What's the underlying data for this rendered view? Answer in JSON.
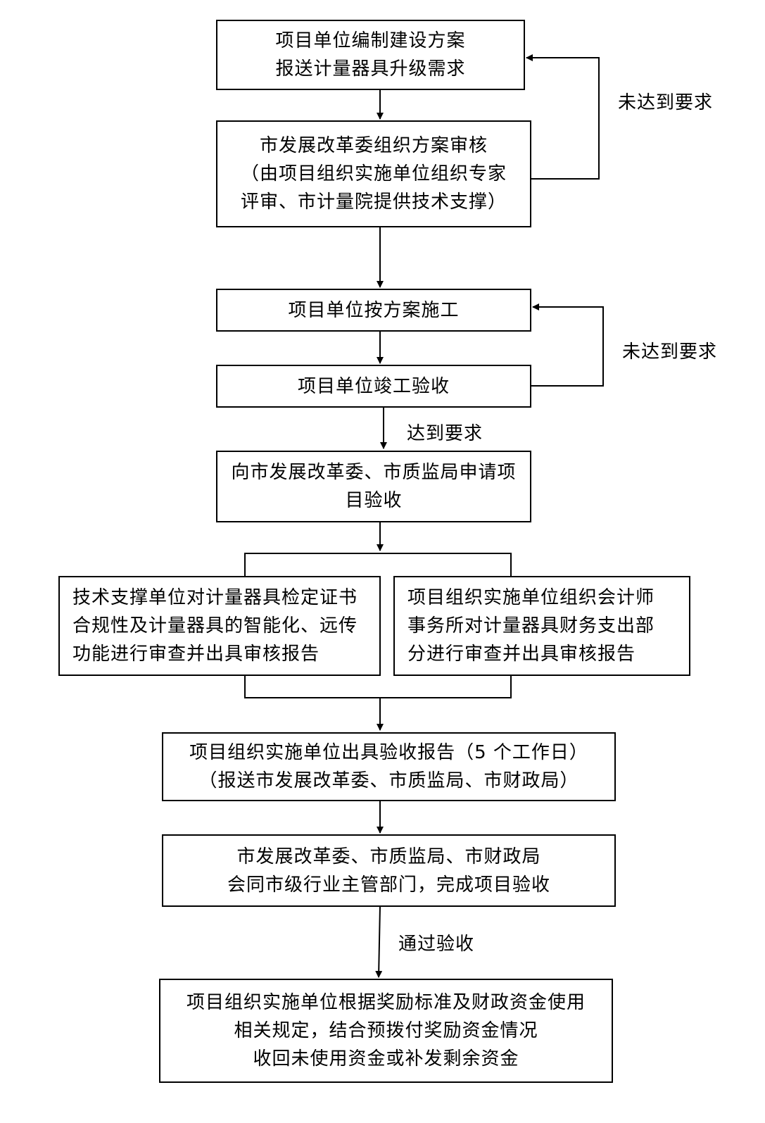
{
  "boxes": {
    "b1": [
      "项目单位编制建设方案",
      "报送计量器具升级需求"
    ],
    "b2": [
      "市发展改革委组织方案审核",
      "（由项目组织实施单位组织专家",
      "评审、市计量院提供技术支撑）"
    ],
    "b3": [
      "项目单位按方案施工"
    ],
    "b4": [
      "项目单位竣工验收"
    ],
    "b5": [
      "向市发展改革委、市质监局申请项",
      "目验收"
    ],
    "b6": [
      "技术支撑单位对计量器具检定证书",
      "合规性及计量器具的智能化、远传",
      "功能进行审查并出具审核报告"
    ],
    "b7": [
      "项目组织实施单位组织会计师",
      "事务所对计量器具财务支出部",
      "分进行审查并出具审核报告"
    ],
    "b8": [
      "项目组织实施单位出具验收报告（5 个工作日）",
      "（报送市发展改革委、市质监局、市财政局）"
    ],
    "b9": [
      "市发展改革委、市质监局、市财政局",
      "会同市级行业主管部门，完成项目验收"
    ],
    "b10": [
      "项目组织实施单位根据奖励标准及财政资金使用",
      "相关规定，结合预拨付奖励资金情况",
      "收回未使用资金或补发剩余资金"
    ]
  },
  "labels": {
    "fail1": "未达到要求",
    "fail2": "未达到要求",
    "pass": "达到要求",
    "accept": "通过验收"
  }
}
